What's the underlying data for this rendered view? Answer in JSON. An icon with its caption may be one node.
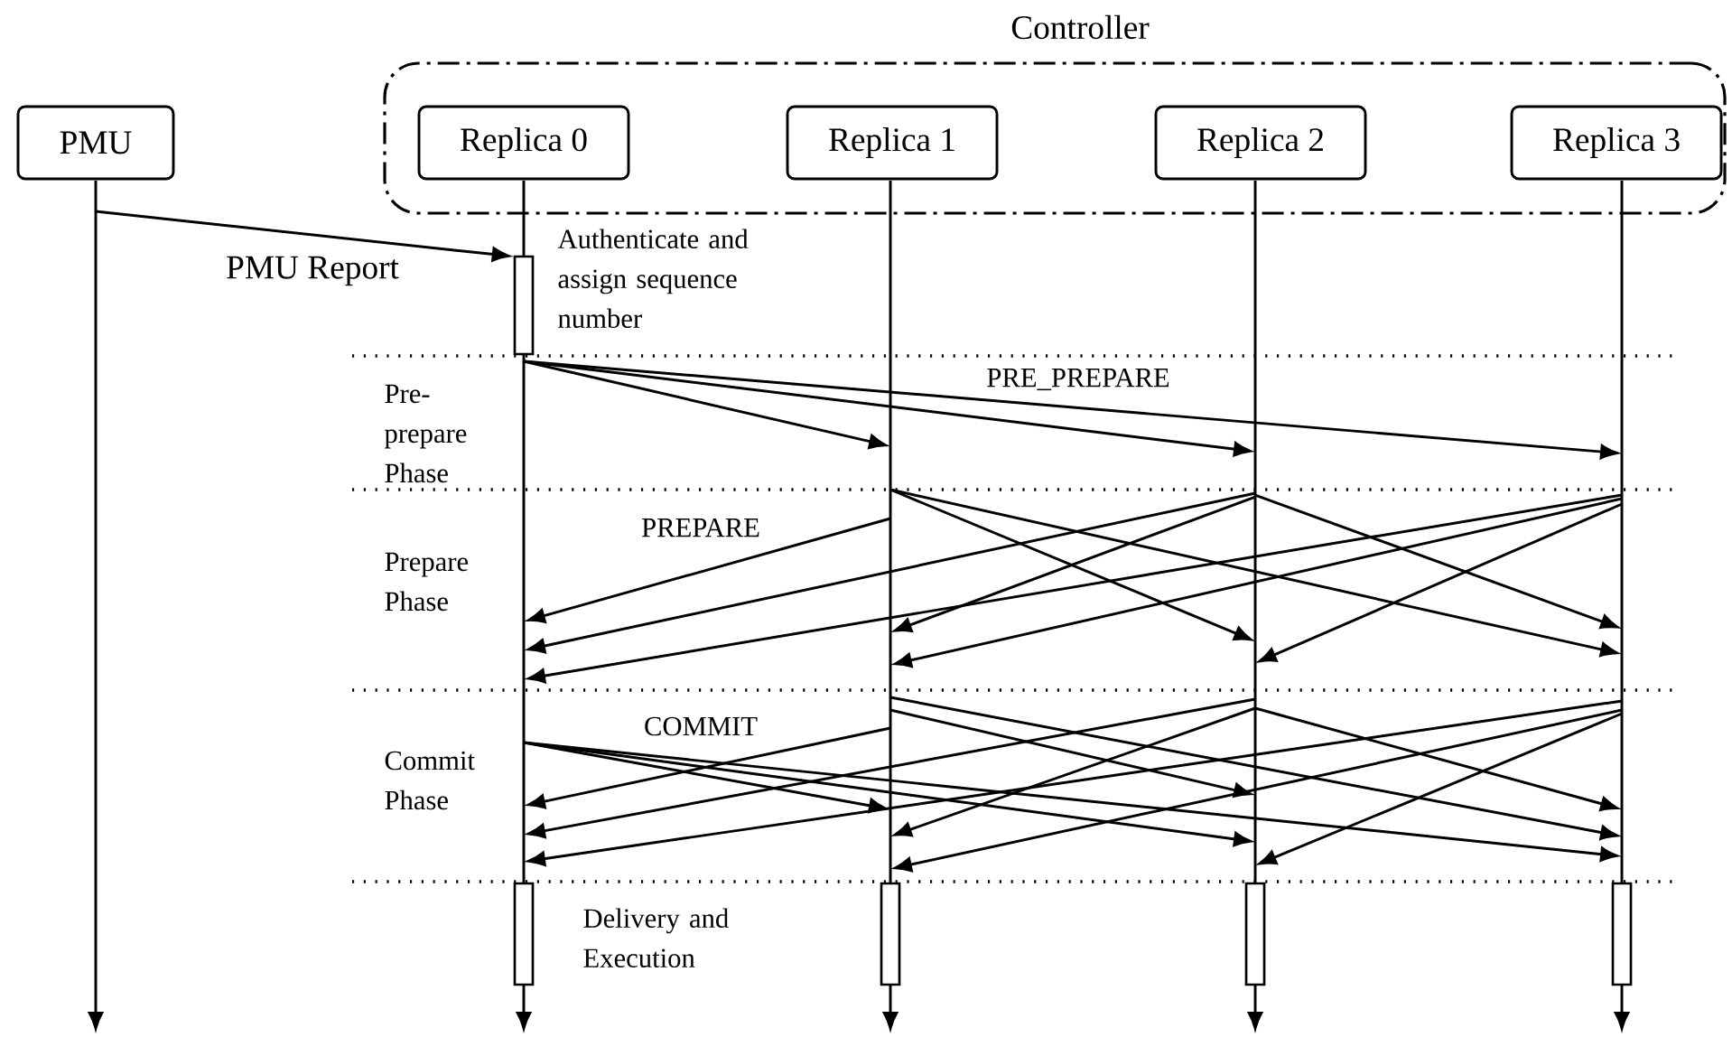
{
  "diagram": {
    "nodes": [
      {
        "text": [
          "PMU"
        ]
      },
      {
        "text": [
          "Controller"
        ]
      },
      {
        "text": [
          "Replica 0"
        ],
        "in": 1
      },
      {
        "text": [
          "Replica 1"
        ],
        "in": 1
      },
      {
        "text": [
          "Replica 2"
        ],
        "in": 1
      },
      {
        "text": [
          "Replica 3"
        ],
        "in": 1
      },
      {
        "text": [],
        "shape": "line"
      },
      {
        "text": [],
        "shape": "line"
      },
      {
        "text": [],
        "shape": "line"
      },
      {
        "text": [],
        "shape": "line"
      },
      {
        "text": [],
        "shape": "line"
      },
      {
        "text": [],
        "shape": "bar",
        "in": 7,
        "beside": [
          "Authenticate and assign sequence number"
        ]
      },
      {
        "text": [],
        "shape": "bar",
        "in": 7,
        "beside": [
          "Delivery and Execution"
        ]
      },
      {
        "text": [],
        "shape": "bar",
        "in": 8
      },
      {
        "text": [],
        "shape": "bar",
        "in": 9
      },
      {
        "text": [],
        "shape": "bar",
        "in": 10
      }
    ],
    "edges": [
      {
        "from": 6,
        "to": 11,
        "arrow": "to",
        "label": "PMU Report"
      },
      {
        "from": 7,
        "to": 8,
        "arrow": "to"
      },
      {
        "from": 7,
        "to": 9,
        "arrow": "to"
      },
      {
        "from": 7,
        "to": 10,
        "arrow": "to"
      },
      {
        "from": 8,
        "to": 7,
        "arrow": "to"
      },
      {
        "from": 8,
        "to": 9,
        "arrow": "to"
      },
      {
        "from": 8,
        "to": 10,
        "arrow": "to"
      },
      {
        "from": 9,
        "to": 7,
        "arrow": "to"
      },
      {
        "from": 9,
        "to": 8,
        "arrow": "to"
      },
      {
        "from": 9,
        "to": 10,
        "arrow": "to"
      },
      {
        "from": 10,
        "to": 7,
        "arrow": "to"
      },
      {
        "from": 10,
        "to": 8,
        "arrow": "to"
      },
      {
        "from": 10,
        "to": 9,
        "arrow": "to"
      },
      {
        "from": 7,
        "to": 8,
        "arrow": "to"
      },
      {
        "from": 7,
        "to": 9,
        "arrow": "to"
      },
      {
        "from": 7,
        "to": 10,
        "arrow": "to"
      },
      {
        "from": 8,
        "to": 7,
        "arrow": "to"
      },
      {
        "from": 8,
        "to": 9,
        "arrow": "to"
      },
      {
        "from": 8,
        "to": 10,
        "arrow": "to"
      },
      {
        "from": 9,
        "to": 7,
        "arrow": "to"
      },
      {
        "from": 9,
        "to": 8,
        "arrow": "to"
      },
      {
        "from": 9,
        "to": 10,
        "arrow": "to"
      },
      {
        "from": 10,
        "to": 7,
        "arrow": "to"
      },
      {
        "from": 10,
        "to": 8,
        "arrow": "to"
      },
      {
        "from": 10,
        "to": 9,
        "arrow": "to"
      }
    ],
    "labels": [
      "Pre- prepare Phase",
      "PRE_PREPARE",
      "PREPARE",
      "Prepare Phase",
      "COMMIT",
      "Commit Phase"
    ]
  }
}
